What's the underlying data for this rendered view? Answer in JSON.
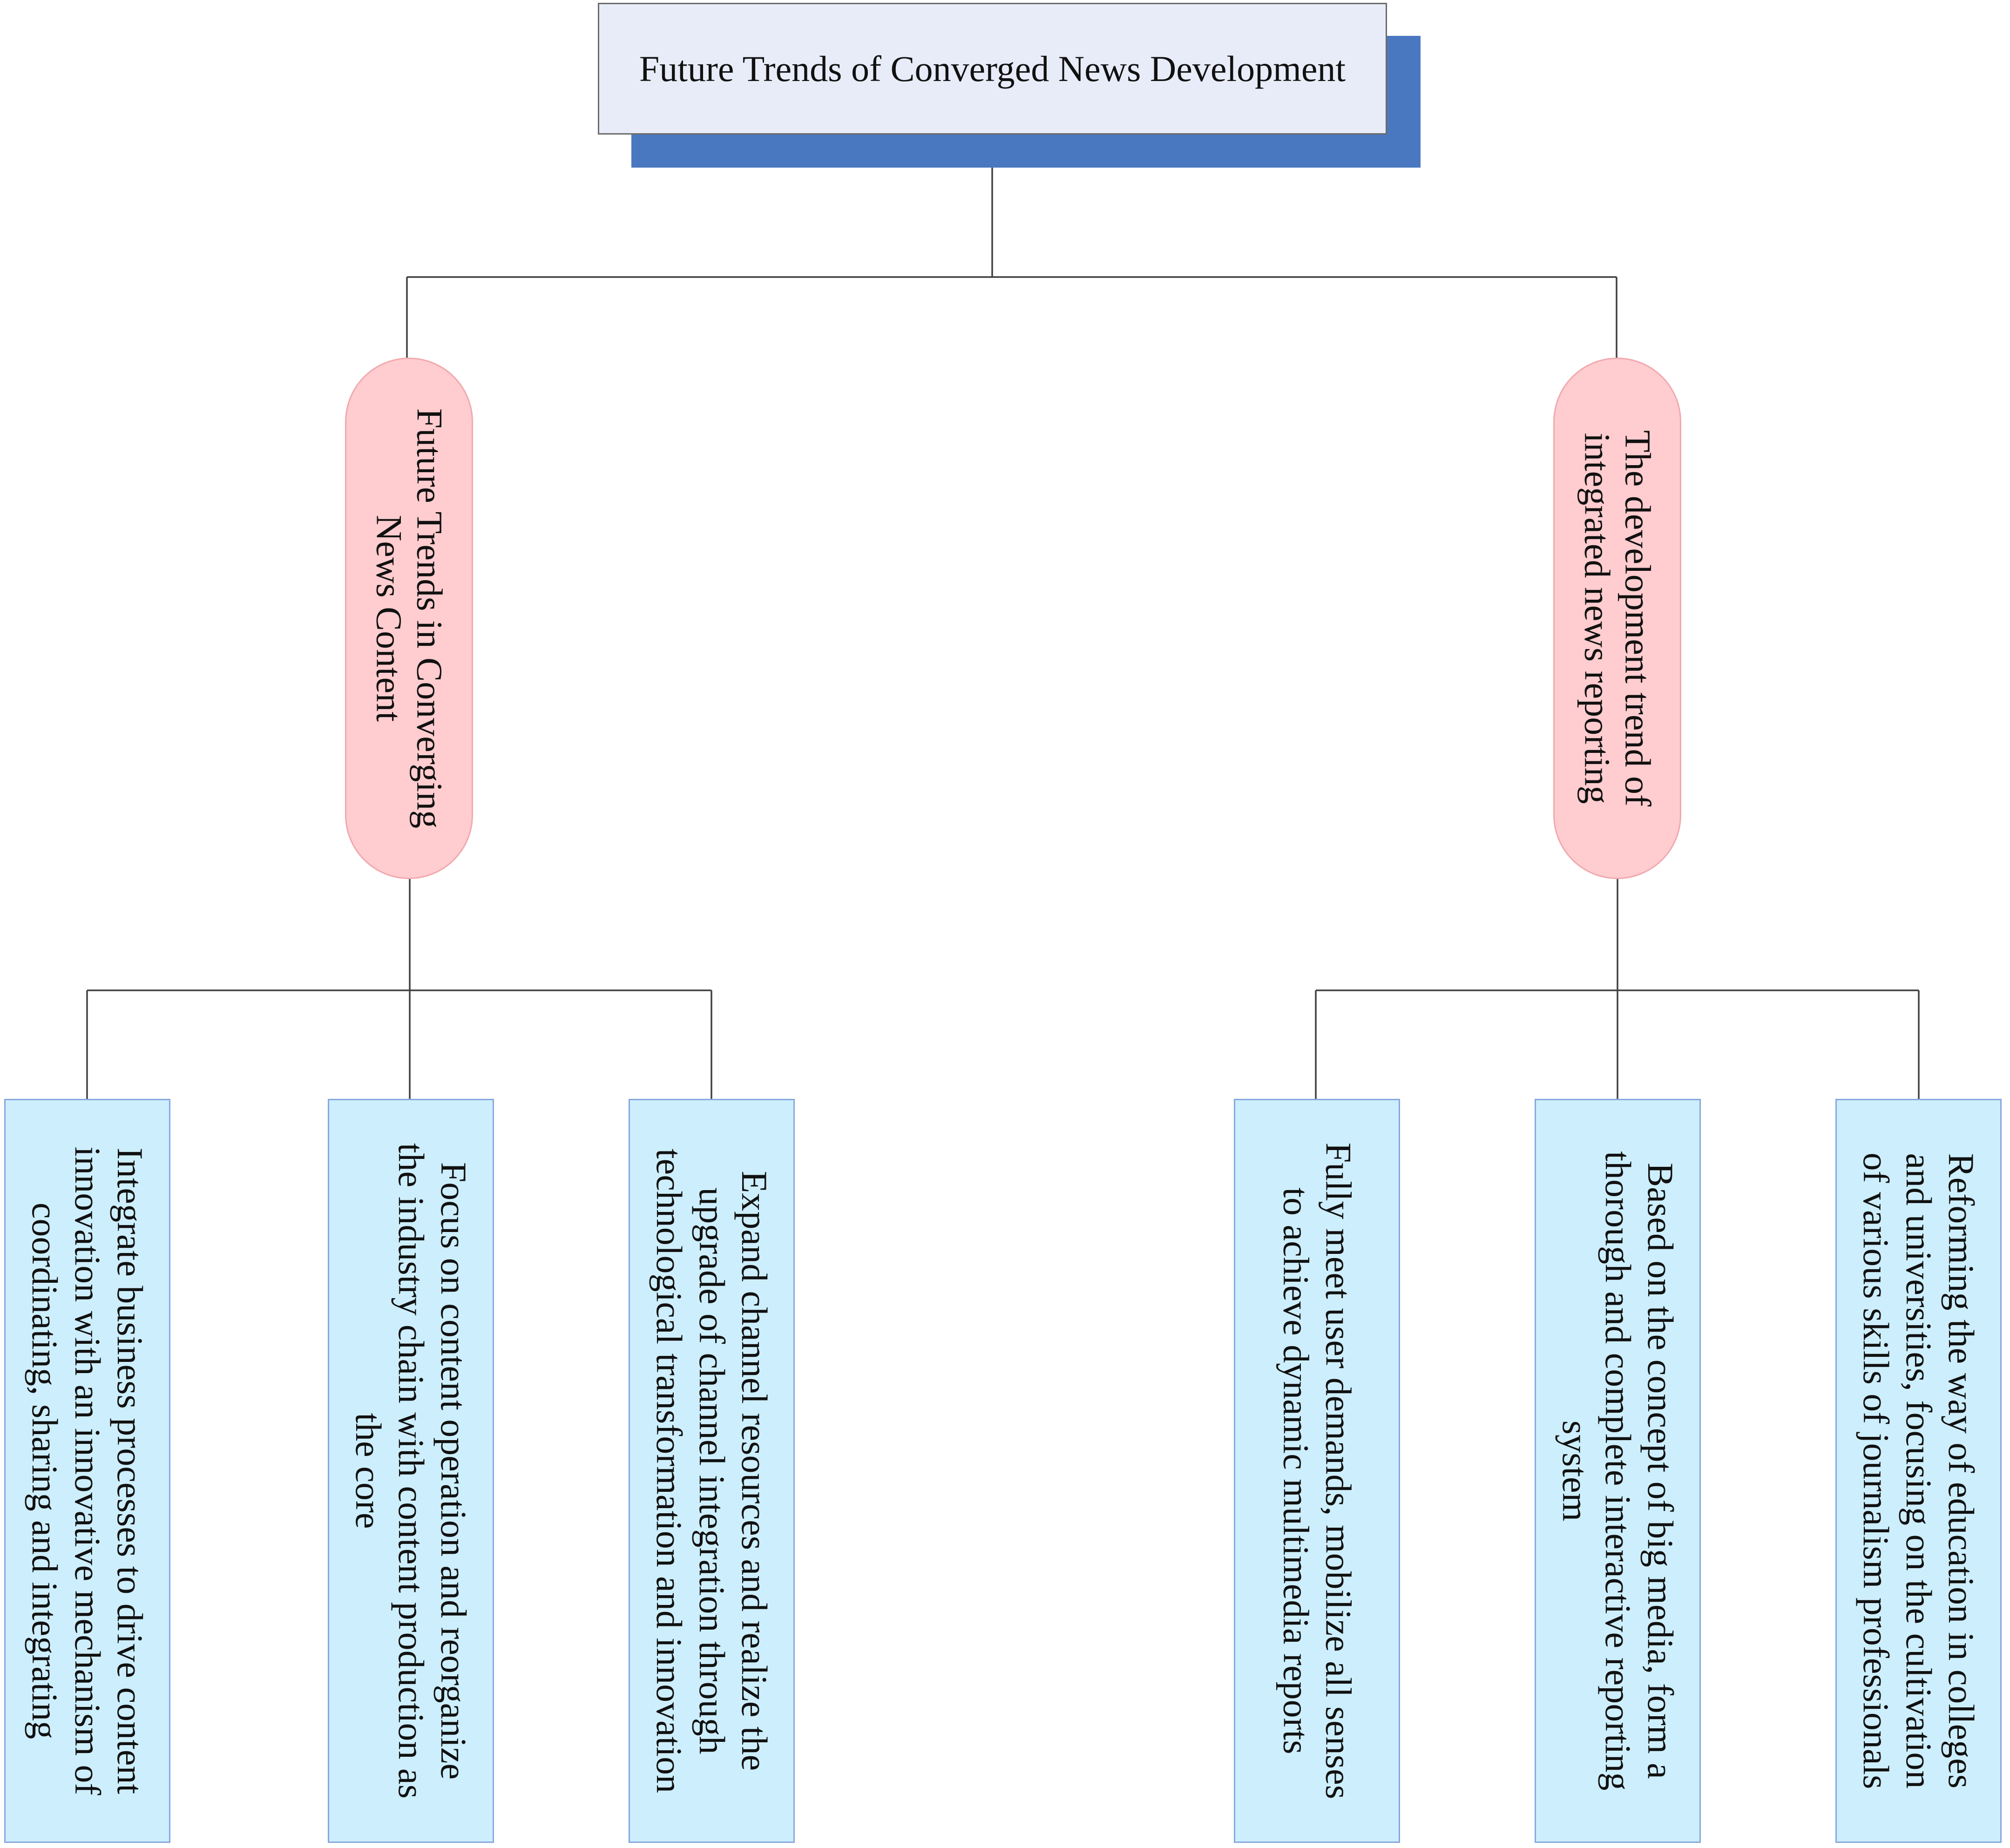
{
  "diagram": {
    "root": {
      "label": "Future Trends of Converged News Development"
    },
    "branches": [
      {
        "label": "Future Trends in Converging News Content",
        "children": [
          "Integrate business processes to drive content innovation with an innovative mechanism of coordinating, sharing and integrating",
          "Focus on content operation and reorganize the industry chain with content production as the core",
          "Expand channel resources and realize the upgrade of channel integration through technological transformation and innovation"
        ]
      },
      {
        "label": "The development trend of integrated news reporting",
        "children": [
          "Fully meet user demands, mobilize all senses to achieve dynamic multimedia reports",
          "Based on the concept of big media, form a thorough and complete interactive reporting system",
          "Reforming the way of education in colleges and universities, focusing on the cultivation of various skills of journalism professionals"
        ]
      }
    ],
    "colors": {
      "root_fill": "#e8ecf8",
      "root_shadow": "#4a78c0",
      "branch_fill": "#ffcccf",
      "leaf_fill": "#cdeefc",
      "line": "#404040"
    }
  }
}
